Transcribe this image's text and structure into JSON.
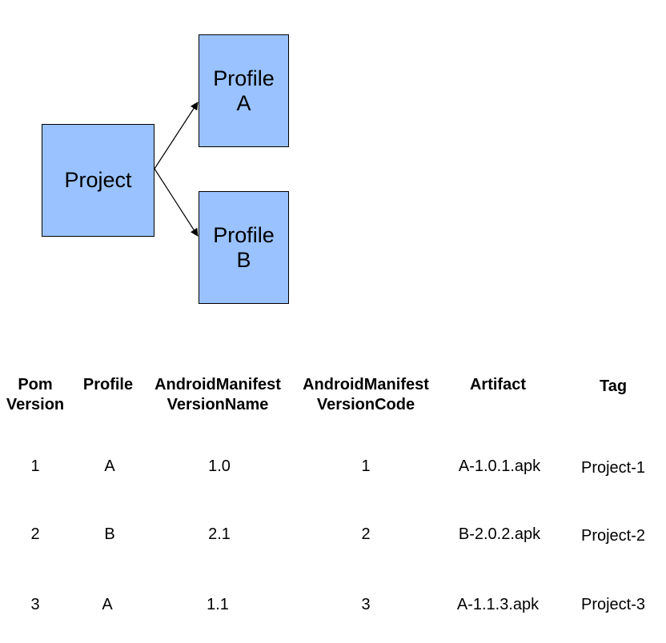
{
  "diagram": {
    "nodes": {
      "project": {
        "lines": [
          "Project"
        ]
      },
      "profile_a": {
        "lines": [
          "Profile",
          "A"
        ]
      },
      "profile_b": {
        "lines": [
          "Profile",
          "B"
        ]
      }
    },
    "edges": [
      {
        "from": "project",
        "to": "profile_a"
      },
      {
        "from": "project",
        "to": "profile_b"
      }
    ],
    "colors": {
      "node_fill": "#99c2ff",
      "node_border": "#000000",
      "arrow": "#000000"
    }
  },
  "table": {
    "headers": [
      {
        "lines": [
          "Pom",
          "Version"
        ]
      },
      {
        "lines": [
          "Profile"
        ]
      },
      {
        "lines": [
          "AndroidManifest",
          "VersionName"
        ]
      },
      {
        "lines": [
          "AndroidManifest",
          "VersionCode"
        ]
      },
      {
        "lines": [
          "Artifact"
        ]
      },
      {
        "lines": [
          "Tag"
        ]
      }
    ],
    "rows": [
      [
        "1",
        "A",
        "1.0",
        "1",
        "A-1.0.1.apk",
        "Project-1"
      ],
      [
        "2",
        "B",
        "2.1",
        "2",
        "B-2.0.2.apk",
        "Project-2"
      ],
      [
        "3",
        "A",
        "1.1",
        "3",
        "A-1.1.3.apk",
        "Project-3"
      ]
    ]
  }
}
